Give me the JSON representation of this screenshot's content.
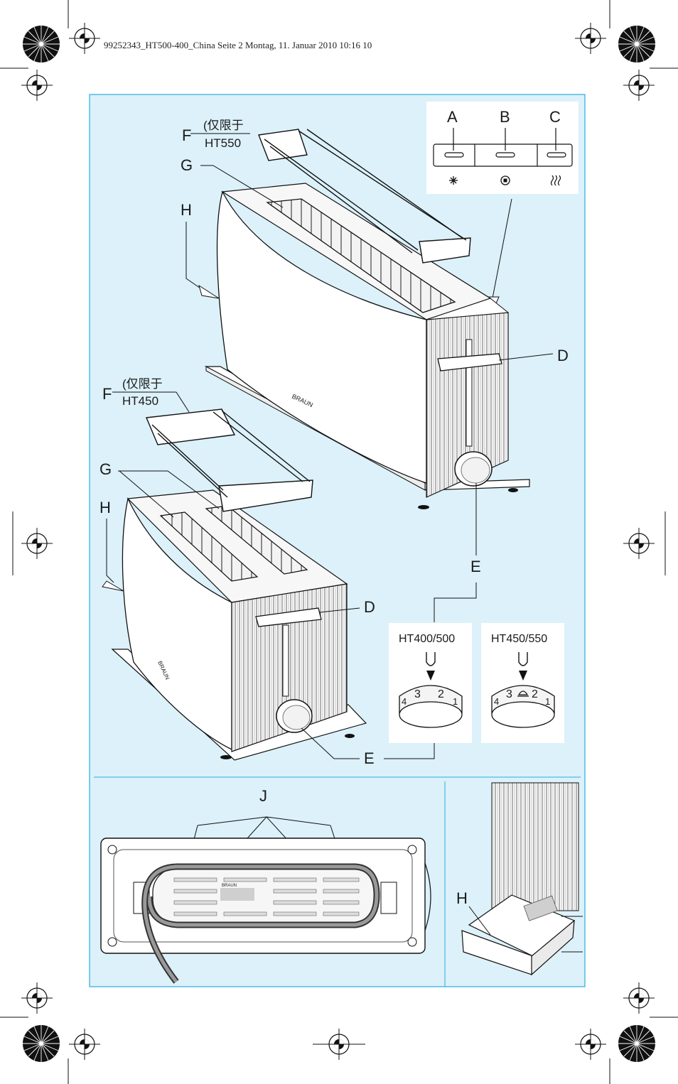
{
  "header_line": "99252343_HT500-400_China  Seite 2  Montag, 11. Januar 2010  10:16 10",
  "colors": {
    "panel_bg": "#dcf1f9",
    "panel_border": "#29aee0",
    "ink": "#1a1a1a",
    "toaster_fill": "#ffffff"
  },
  "top_toaster": {
    "label_F": "F",
    "F_note_line1": "(仅限于",
    "F_note_line2": "HT550",
    "label_G": "G",
    "label_H": "H",
    "label_D": "D",
    "label_E": "E",
    "brand": "BRAUN"
  },
  "control_panel": {
    "label_A": "A",
    "label_B": "B",
    "label_C": "C",
    "icons": [
      "snowflake-icon",
      "stop-icon",
      "reheat-icon"
    ]
  },
  "bottom_toaster": {
    "label_F": "F",
    "F_note_line1": "(仅限于",
    "F_note_line2": "HT450",
    "label_G": "G",
    "label_H": "H",
    "label_D": "D",
    "label_E": "E",
    "brand": "BRAUN"
  },
  "dials": [
    {
      "model": "HT400/500",
      "numbers": [
        "4",
        "3",
        "2",
        "1"
      ]
    },
    {
      "model": "HT450/550",
      "numbers": [
        "4",
        "3",
        "2",
        "1"
      ]
    }
  ],
  "bottom_view": {
    "label_J": "J",
    "brand": "BRAUN"
  },
  "crumb_tray": {
    "label_H": "H"
  }
}
